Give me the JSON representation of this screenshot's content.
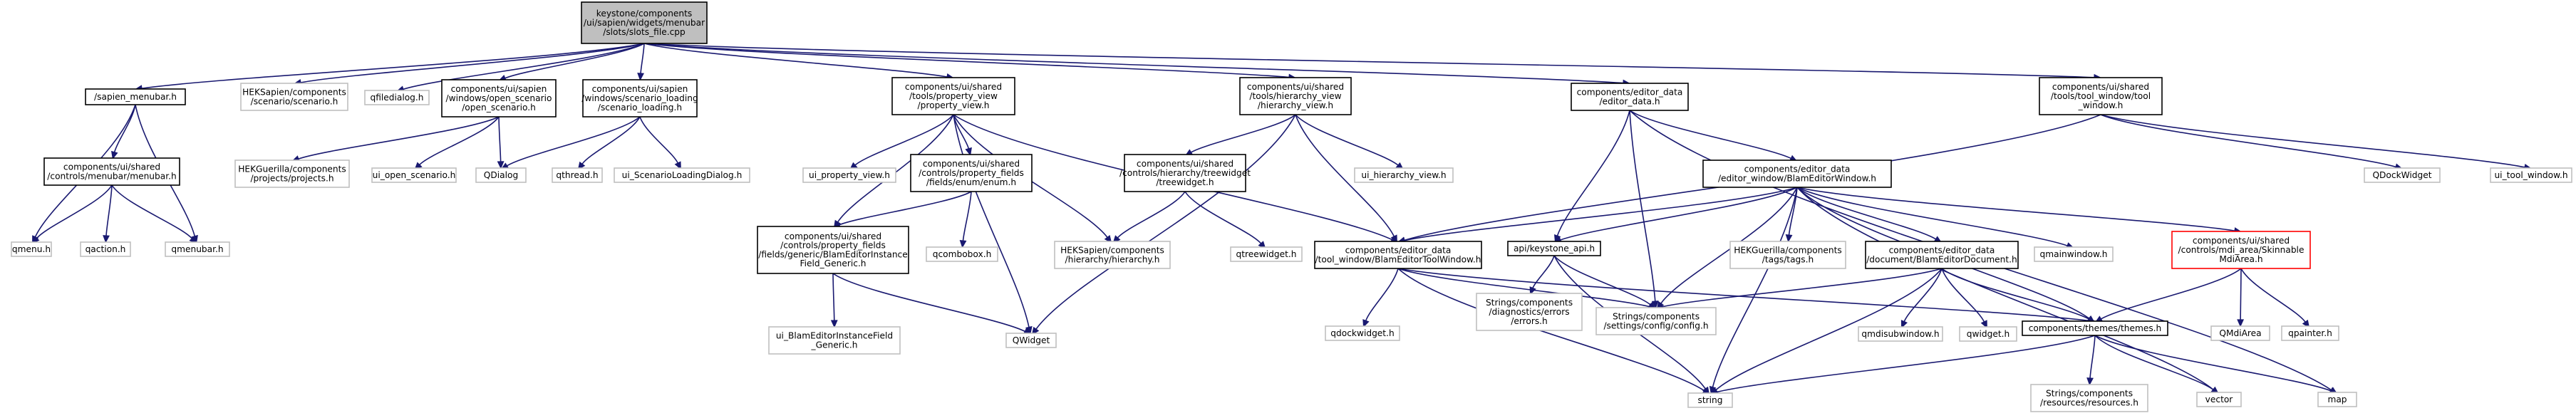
{
  "diagram": {
    "type": "include-dependency-graph",
    "root": "root",
    "nodes": [
      {
        "id": "root",
        "kind": "root",
        "lines": [
          "keystone/components",
          "/ui/sapien/widgets/menubar",
          "/slots/slots_file.cpp"
        ]
      },
      {
        "id": "sapien_menubar",
        "kind": "doc",
        "lines": [
          "/sapien_menubar.h"
        ]
      },
      {
        "id": "hek_scenario",
        "kind": "sys",
        "lines": [
          "HEKSapien/components",
          "/scenario/scenario.h"
        ]
      },
      {
        "id": "qfiledialog",
        "kind": "sys",
        "lines": [
          "qfiledialog.h"
        ]
      },
      {
        "id": "open_scenario",
        "kind": "doc",
        "lines": [
          "components/ui/sapien",
          "/windows/open_scenario",
          "/open_scenario.h"
        ]
      },
      {
        "id": "scenario_loading",
        "kind": "doc",
        "lines": [
          "components/ui/sapien",
          "/windows/scenario_loading",
          "/scenario_loading.h"
        ]
      },
      {
        "id": "property_view",
        "kind": "doc",
        "lines": [
          "components/ui/shared",
          "/tools/property_view",
          "/property_view.h"
        ]
      },
      {
        "id": "hierarchy_view",
        "kind": "doc",
        "lines": [
          "components/ui/shared",
          "/tools/hierarchy_view",
          "/hierarchy_view.h"
        ]
      },
      {
        "id": "editor_data",
        "kind": "doc",
        "lines": [
          "components/editor_data",
          "/editor_data.h"
        ]
      },
      {
        "id": "tool_window",
        "kind": "doc",
        "lines": [
          "components/ui/shared",
          "/tools/tool_window/tool",
          "_window.h"
        ]
      },
      {
        "id": "menubar_h",
        "kind": "doc",
        "lines": [
          "components/ui/shared",
          "/controls/menubar/menubar.h"
        ]
      },
      {
        "id": "qmenu",
        "kind": "sys",
        "lines": [
          "qmenu.h"
        ]
      },
      {
        "id": "qaction",
        "kind": "sys",
        "lines": [
          "qaction.h"
        ]
      },
      {
        "id": "qmenubar",
        "kind": "sys",
        "lines": [
          "qmenubar.h"
        ]
      },
      {
        "id": "hekg_projects",
        "kind": "sys",
        "lines": [
          "HEKGuerilla/components",
          "/projects/projects.h"
        ]
      },
      {
        "id": "ui_open_scenario",
        "kind": "sys",
        "lines": [
          "ui_open_scenario.h"
        ]
      },
      {
        "id": "qdialog",
        "kind": "sys",
        "lines": [
          "QDialog"
        ]
      },
      {
        "id": "qthread",
        "kind": "sys",
        "lines": [
          "qthread.h"
        ]
      },
      {
        "id": "ui_scenario_loading",
        "kind": "sys",
        "lines": [
          "ui_ScenarioLoadingDialog.h"
        ]
      },
      {
        "id": "ui_property_view",
        "kind": "sys",
        "lines": [
          "ui_property_view.h"
        ]
      },
      {
        "id": "enum_h",
        "kind": "doc",
        "lines": [
          "components/ui/shared",
          "/controls/property_fields",
          "/fields/enum/enum.h"
        ]
      },
      {
        "id": "generic_h",
        "kind": "doc",
        "lines": [
          "components/ui/shared",
          "/controls/property_fields",
          "/fields/generic/BlamEditorInstance",
          "Field_Generic.h"
        ]
      },
      {
        "id": "qcombobox",
        "kind": "sys",
        "lines": [
          "qcombobox.h"
        ]
      },
      {
        "id": "ui_generic",
        "kind": "sys",
        "lines": [
          "ui_BlamEditorInstanceField",
          "_Generic.h"
        ]
      },
      {
        "id": "qwidget_big",
        "kind": "sys",
        "lines": [
          "QWidget"
        ]
      },
      {
        "id": "treewidget_h",
        "kind": "doc",
        "lines": [
          "components/ui/shared",
          "/controls/hierarchy/treewidget",
          "/treewidget.h"
        ]
      },
      {
        "id": "hek_hierarchy",
        "kind": "sys",
        "lines": [
          "HEKSapien/components",
          "/hierarchy/hierarchy.h"
        ]
      },
      {
        "id": "qtreewidget",
        "kind": "sys",
        "lines": [
          "qtreewidget.h"
        ]
      },
      {
        "id": "ui_hierarchy_view",
        "kind": "sys",
        "lines": [
          "ui_hierarchy_view.h"
        ]
      },
      {
        "id": "tool_window_blam",
        "kind": "doc",
        "lines": [
          "components/editor_data",
          "/tool_window/BlamEditorToolWindow.h"
        ]
      },
      {
        "id": "qdockwidget_h",
        "kind": "sys",
        "lines": [
          "qdockwidget.h"
        ]
      },
      {
        "id": "api_keystone",
        "kind": "doc",
        "lines": [
          "api/keystone_api.h"
        ]
      },
      {
        "id": "strings_errors",
        "kind": "sys",
        "lines": [
          "Strings/components",
          "/diagnostics/errors",
          "/errors.h"
        ]
      },
      {
        "id": "settings_config",
        "kind": "sys",
        "lines": [
          "Strings/components",
          "/settings/config/config.h"
        ]
      },
      {
        "id": "string_h",
        "kind": "sys",
        "lines": [
          "string"
        ]
      },
      {
        "id": "editor_window",
        "kind": "doc",
        "lines": [
          "components/editor_data",
          "/editor_window/BlamEditorWindow.h"
        ]
      },
      {
        "id": "hekg_tags",
        "kind": "sys",
        "lines": [
          "HEKGuerilla/components",
          "/tags/tags.h"
        ]
      },
      {
        "id": "editor_document",
        "kind": "doc",
        "lines": [
          "components/editor_data",
          "/document/BlamEditorDocument.h"
        ]
      },
      {
        "id": "qmdisubwindow",
        "kind": "sys",
        "lines": [
          "qmdisubwindow.h"
        ]
      },
      {
        "id": "qwidget_h",
        "kind": "sys",
        "lines": [
          "qwidget.h"
        ]
      },
      {
        "id": "qmainwindow",
        "kind": "sys",
        "lines": [
          "qmainwindow.h"
        ]
      },
      {
        "id": "skinnable_mdi",
        "kind": "alert",
        "lines": [
          "components/ui/shared",
          "/controls/mdi_area/Skinnable",
          "MdiArea.h"
        ]
      },
      {
        "id": "themes_h",
        "kind": "doc",
        "lines": [
          "components/themes/themes.h"
        ]
      },
      {
        "id": "qmdiarea",
        "kind": "sys",
        "lines": [
          "QMdiArea"
        ]
      },
      {
        "id": "qpainter",
        "kind": "sys",
        "lines": [
          "qpainter.h"
        ]
      },
      {
        "id": "strings_resources",
        "kind": "sys",
        "lines": [
          "Strings/components",
          "/resources/resources.h"
        ]
      },
      {
        "id": "vector_h",
        "kind": "sys",
        "lines": [
          "vector"
        ]
      },
      {
        "id": "map_h",
        "kind": "sys",
        "lines": [
          "map"
        ]
      },
      {
        "id": "qdockwidget_cls",
        "kind": "sys",
        "lines": [
          "QDockWidget"
        ]
      },
      {
        "id": "ui_tool_window",
        "kind": "sys",
        "lines": [
          "ui_tool_window.h"
        ]
      }
    ],
    "edges": [
      [
        "root",
        "sapien_menubar"
      ],
      [
        "root",
        "hek_scenario"
      ],
      [
        "root",
        "qfiledialog"
      ],
      [
        "root",
        "open_scenario"
      ],
      [
        "root",
        "scenario_loading"
      ],
      [
        "root",
        "property_view"
      ],
      [
        "root",
        "hierarchy_view"
      ],
      [
        "root",
        "editor_data"
      ],
      [
        "root",
        "tool_window"
      ],
      [
        "sapien_menubar",
        "menubar_h"
      ],
      [
        "sapien_menubar",
        "qmenu"
      ],
      [
        "sapien_menubar",
        "qmenubar"
      ],
      [
        "menubar_h",
        "qmenu"
      ],
      [
        "menubar_h",
        "qaction"
      ],
      [
        "menubar_h",
        "qmenubar"
      ],
      [
        "open_scenario",
        "hekg_projects"
      ],
      [
        "open_scenario",
        "ui_open_scenario"
      ],
      [
        "open_scenario",
        "qdialog"
      ],
      [
        "scenario_loading",
        "qdialog"
      ],
      [
        "scenario_loading",
        "qthread"
      ],
      [
        "scenario_loading",
        "ui_scenario_loading"
      ],
      [
        "property_view",
        "ui_property_view"
      ],
      [
        "property_view",
        "enum_h"
      ],
      [
        "property_view",
        "generic_h"
      ],
      [
        "property_view",
        "qwidget_big"
      ],
      [
        "property_view",
        "hek_hierarchy"
      ],
      [
        "property_view",
        "tool_window_blam"
      ],
      [
        "enum_h",
        "generic_h"
      ],
      [
        "enum_h",
        "qcombobox"
      ],
      [
        "generic_h",
        "ui_generic"
      ],
      [
        "generic_h",
        "qwidget_big"
      ],
      [
        "hierarchy_view",
        "treewidget_h"
      ],
      [
        "hierarchy_view",
        "ui_hierarchy_view"
      ],
      [
        "hierarchy_view",
        "qwidget_big"
      ],
      [
        "hierarchy_view",
        "tool_window_blam"
      ],
      [
        "treewidget_h",
        "hek_hierarchy"
      ],
      [
        "treewidget_h",
        "qtreewidget"
      ],
      [
        "editor_data",
        "api_keystone"
      ],
      [
        "editor_data",
        "settings_config"
      ],
      [
        "editor_data",
        "editor_window"
      ],
      [
        "editor_data",
        "map_h"
      ],
      [
        "tool_window",
        "tool_window_blam"
      ],
      [
        "tool_window",
        "qdockwidget_cls"
      ],
      [
        "tool_window",
        "ui_tool_window"
      ],
      [
        "tool_window_blam",
        "qdockwidget_h"
      ],
      [
        "tool_window_blam",
        "settings_config"
      ],
      [
        "tool_window_blam",
        "string_h"
      ],
      [
        "tool_window_blam",
        "themes_h"
      ],
      [
        "api_keystone",
        "strings_errors"
      ],
      [
        "api_keystone",
        "settings_config"
      ],
      [
        "api_keystone",
        "string_h"
      ],
      [
        "editor_window",
        "tool_window_blam"
      ],
      [
        "editor_window",
        "api_keystone"
      ],
      [
        "editor_window",
        "hekg_tags"
      ],
      [
        "editor_window",
        "editor_document"
      ],
      [
        "editor_window",
        "qmainwindow"
      ],
      [
        "editor_window",
        "skinnable_mdi"
      ],
      [
        "editor_window",
        "themes_h"
      ],
      [
        "editor_window",
        "settings_config"
      ],
      [
        "editor_window",
        "string_h"
      ],
      [
        "editor_window",
        "vector_h"
      ],
      [
        "editor_document",
        "qmdisubwindow"
      ],
      [
        "editor_document",
        "qwidget_h"
      ],
      [
        "editor_document",
        "themes_h"
      ],
      [
        "editor_document",
        "settings_config"
      ],
      [
        "editor_document",
        "string_h"
      ],
      [
        "skinnable_mdi",
        "themes_h"
      ],
      [
        "skinnable_mdi",
        "qmdiarea"
      ],
      [
        "skinnable_mdi",
        "qpainter"
      ],
      [
        "themes_h",
        "strings_resources"
      ],
      [
        "themes_h",
        "string_h"
      ],
      [
        "themes_h",
        "vector_h"
      ],
      [
        "themes_h",
        "map_h"
      ]
    ]
  }
}
